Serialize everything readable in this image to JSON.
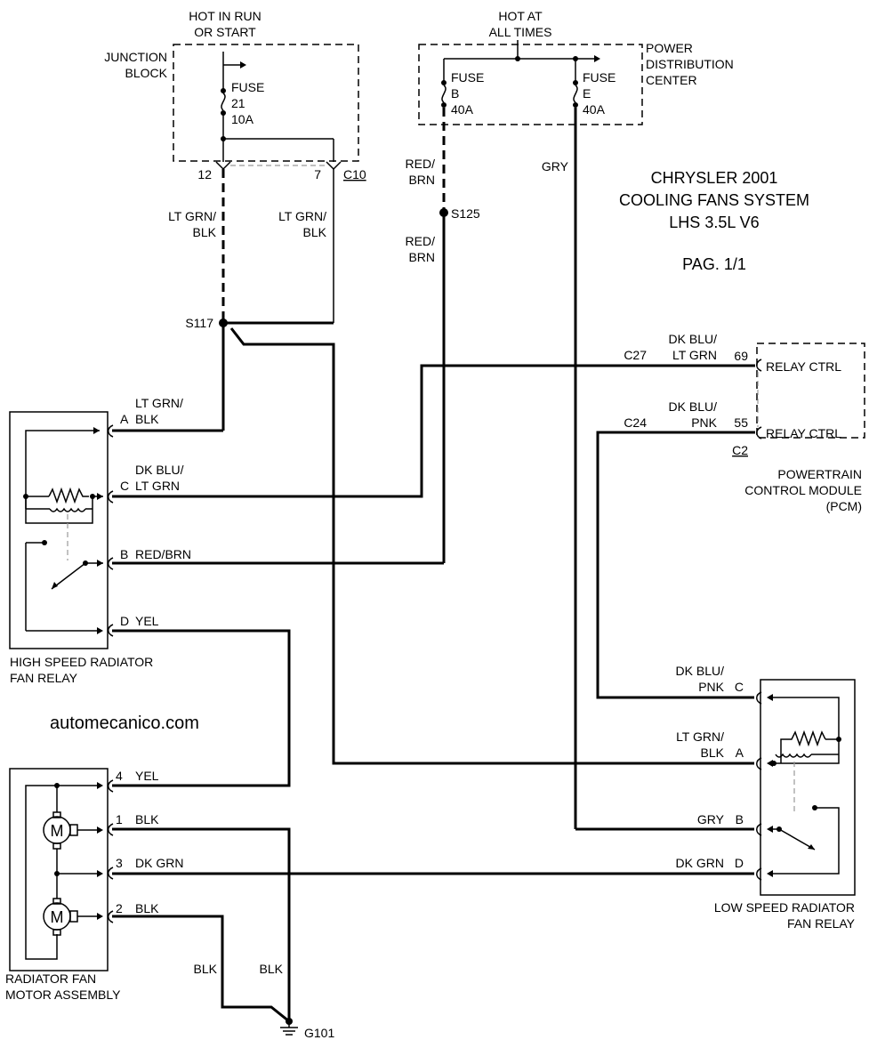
{
  "title": {
    "line1": "CHRYSLER 2001",
    "line2": "COOLING FANS SYSTEM",
    "line3": "LHS 3.5L V6",
    "page": "PAG. 1/1"
  },
  "watermark": "automecanico.com",
  "junction_block": {
    "name_line1": "JUNCTION",
    "name_line2": "BLOCK",
    "power_line1": "HOT IN RUN",
    "power_line2": "OR START",
    "fuse_label": "FUSE",
    "fuse_number": "21",
    "fuse_rating": "10A",
    "pin_left": "12",
    "pin_right": "7",
    "connector": "C10"
  },
  "pdc": {
    "name_line1": "POWER",
    "name_line2": "DISTRIBUTION",
    "name_line3": "CENTER",
    "power_line1": "HOT AT",
    "power_line2": "ALL TIMES",
    "fuse_b_label": "FUSE",
    "fuse_b_letter": "B",
    "fuse_b_rating": "40A",
    "fuse_e_label": "FUSE",
    "fuse_e_letter": "E",
    "fuse_e_rating": "40A"
  },
  "pcm": {
    "name_line1": "POWERTRAIN",
    "name_line2": "CONTROL MODULE",
    "name_line3": "(PCM)",
    "pin_69": "69",
    "pin_55": "55",
    "pin_69_label": "RELAY CTRL",
    "pin_55_label": "RELAY CTRL",
    "connector": "C2",
    "c27": "C27",
    "c24": "C24",
    "wire_69_line1": "DK BLU/",
    "wire_69_line2": "LT GRN",
    "wire_55_line1": "DK BLU/",
    "wire_55_line2": "PNK"
  },
  "splices": {
    "s117": "S117",
    "s125": "S125",
    "g101": "G101"
  },
  "wires": {
    "ltgrn_blk_line1": "LT GRN/",
    "ltgrn_blk_line2": "BLK",
    "red_brn_line1": "RED/",
    "red_brn_line2": "BRN",
    "gry": "GRY",
    "blk": "BLK"
  },
  "high_relay": {
    "name_line1": "HIGH SPEED RADIATOR",
    "name_line2": "FAN RELAY",
    "pin_a": "A",
    "pin_a_wire1": "LT GRN/",
    "pin_a_wire2": "BLK",
    "pin_c": "C",
    "pin_c_wire1": "DK BLU/",
    "pin_c_wire2": "LT GRN",
    "pin_b": "B",
    "pin_b_wire": "RED/BRN",
    "pin_d": "D",
    "pin_d_wire": "YEL"
  },
  "motor_assembly": {
    "name_line1": "RADIATOR FAN",
    "name_line2": "MOTOR ASSEMBLY",
    "motor_symbol": "M",
    "pin_4": "4",
    "pin_4_wire": "YEL",
    "pin_1": "1",
    "pin_1_wire": "BLK",
    "pin_3": "3",
    "pin_3_wire": "DK GRN",
    "pin_2": "2",
    "pin_2_wire": "BLK"
  },
  "low_relay": {
    "name_line1": "LOW SPEED RADIATOR",
    "name_line2": "FAN RELAY",
    "pin_c": "C",
    "pin_c_wire1": "DK BLU/",
    "pin_c_wire2": "PNK",
    "pin_a": "A",
    "pin_a_wire1": "LT GRN/",
    "pin_a_wire2": "BLK",
    "pin_b": "B",
    "pin_b_wire": "GRY",
    "pin_d": "D",
    "pin_d_wire": "DK GRN"
  }
}
